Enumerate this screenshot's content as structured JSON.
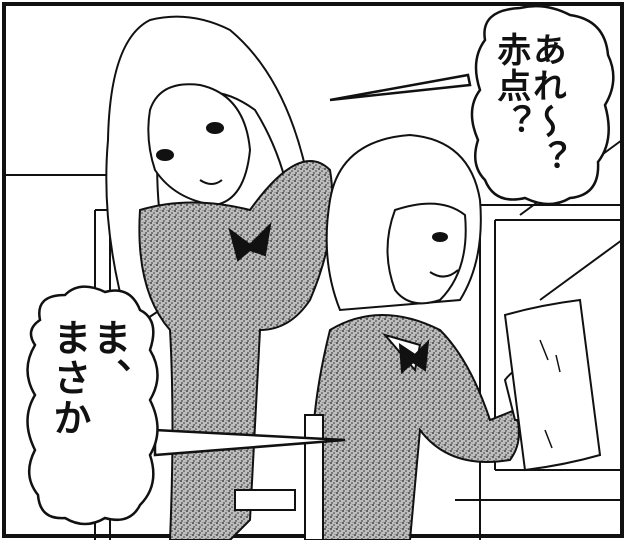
{
  "bubbles": [
    {
      "lines": [
        "あれ〜？",
        "赤点？"
      ]
    },
    {
      "lines": [
        "ま、",
        "まさか"
      ]
    }
  ],
  "colors": {
    "ink": "#111111",
    "paper": "#ffffff",
    "sweater": "#8a8a8a"
  }
}
